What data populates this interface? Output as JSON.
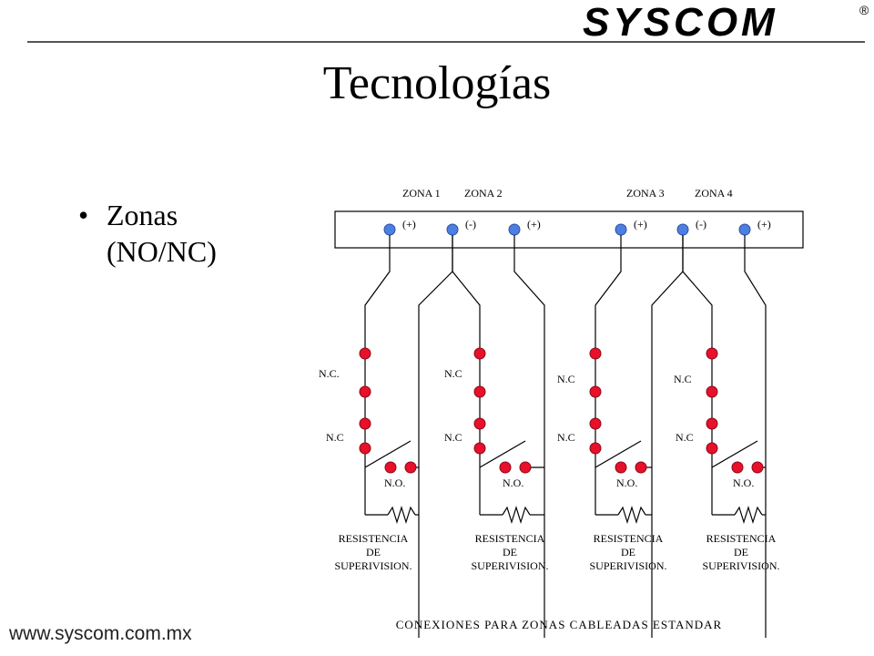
{
  "header": {
    "logo_text": "SYSCOM",
    "logo_reg": "®"
  },
  "title": "Tecnologías",
  "bullets": [
    {
      "text": "Zonas (NO/NC)"
    }
  ],
  "footer": {
    "url": "www.syscom.com.mx"
  },
  "diagram": {
    "zones": [
      "ZONA 1",
      "ZONA 2",
      "ZONA 3",
      "ZONA 4"
    ],
    "terminals": [
      "(+)",
      "(-)",
      "(+)",
      "(+)",
      "(-)",
      "(+)"
    ],
    "circuits": [
      {
        "nc1": "N.C.",
        "nc2": "N.C",
        "no": "N.O.",
        "resistor": [
          "RESISTENCIA",
          "DE",
          "SUPERIVISION."
        ]
      },
      {
        "nc1": "N.C",
        "nc2": "N.C",
        "no": "N.O.",
        "resistor": [
          "RESISTENCIA",
          "DE",
          "SUPERIVISION."
        ]
      },
      {
        "nc1": "N.C",
        "nc2": "N.C",
        "no": "N.O.",
        "resistor": [
          "RESISTENCIA",
          "DE",
          "SUPERIVISION."
        ]
      },
      {
        "nc1": "N.C",
        "nc2": "N.C",
        "no": "N.O.",
        "resistor": [
          "RESISTENCIA",
          "DE",
          "SUPERIVISION."
        ]
      }
    ],
    "caption": "CONEXIONES PARA ZONAS CABLEADAS ESTANDAR"
  },
  "colors": {
    "terminal": "#4d7fe0",
    "contact": "#e8102a"
  },
  "icons": {
    "bullet": "bullet-dot-icon",
    "terminal": "terminal-dot-icon",
    "contact": "contact-dot-icon",
    "switch": "switch-icon",
    "resistor": "resistor-icon"
  }
}
